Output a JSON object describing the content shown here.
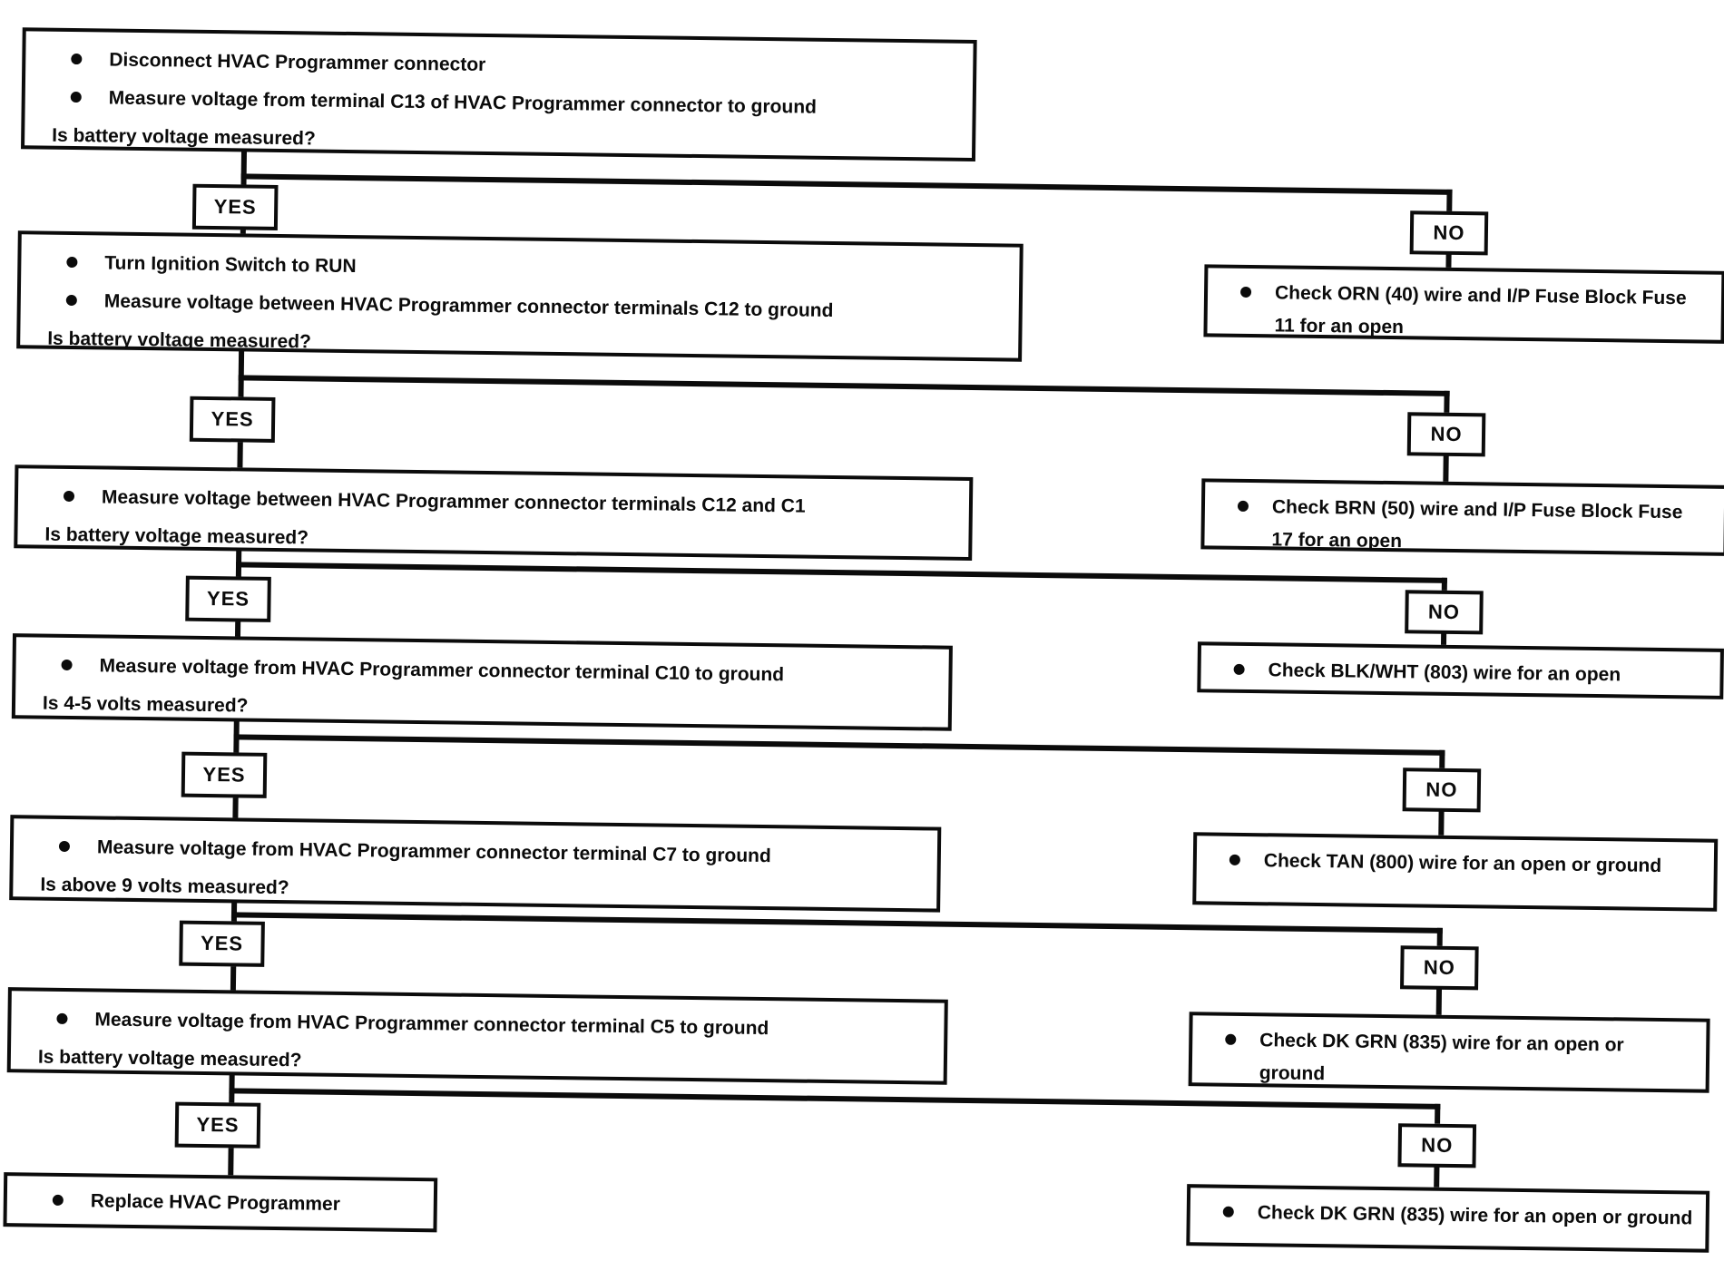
{
  "diagram": {
    "type": "troubleshooting-flowchart",
    "subject": "HVAC Programmer connector diagnosis",
    "colors": {
      "line": "#0b0b0b",
      "background": "#ffffff"
    },
    "labels": {
      "yes": "YES",
      "no": "NO"
    },
    "steps": [
      {
        "bullets": [
          "Disconnect HVAC Programmer connector",
          "Measure voltage from terminal C13 of HVAC Programmer connector to ground"
        ],
        "question": "Is battery voltage measured?",
        "no_action": "Check ORN (40) wire and I/P Fuse Block Fuse 11 for an open"
      },
      {
        "bullets": [
          "Turn Ignition Switch to RUN",
          "Measure voltage between HVAC Programmer connector terminals C12  to ground"
        ],
        "question": "Is battery voltage measured?",
        "no_action": "Check BRN (50) wire and I/P Fuse Block Fuse 17 for an open"
      },
      {
        "bullets": [
          "Measure voltage between HVAC Programmer connector terminals C12 and C1"
        ],
        "question": "Is battery voltage measured?",
        "no_action": "Check BLK/WHT (803) wire for an open"
      },
      {
        "bullets": [
          "Measure voltage from HVAC Programmer connector terminal C10 to ground"
        ],
        "question": "Is 4-5 volts measured?",
        "no_action": "Check TAN (800) wire for an open or ground"
      },
      {
        "bullets": [
          "Measure voltage from HVAC Programmer connector terminal  C7 to ground"
        ],
        "question": "Is above 9 volts measured?",
        "no_action": "Check DK GRN (835) wire for an open or ground"
      },
      {
        "bullets": [
          "Measure voltage from HVAC Programmer connector terminal  C5 to ground"
        ],
        "question": "Is battery voltage measured?",
        "no_action": "Check DK GRN (835) wire for an open or ground"
      }
    ],
    "final_action": "Replace HVAC Programmer"
  }
}
